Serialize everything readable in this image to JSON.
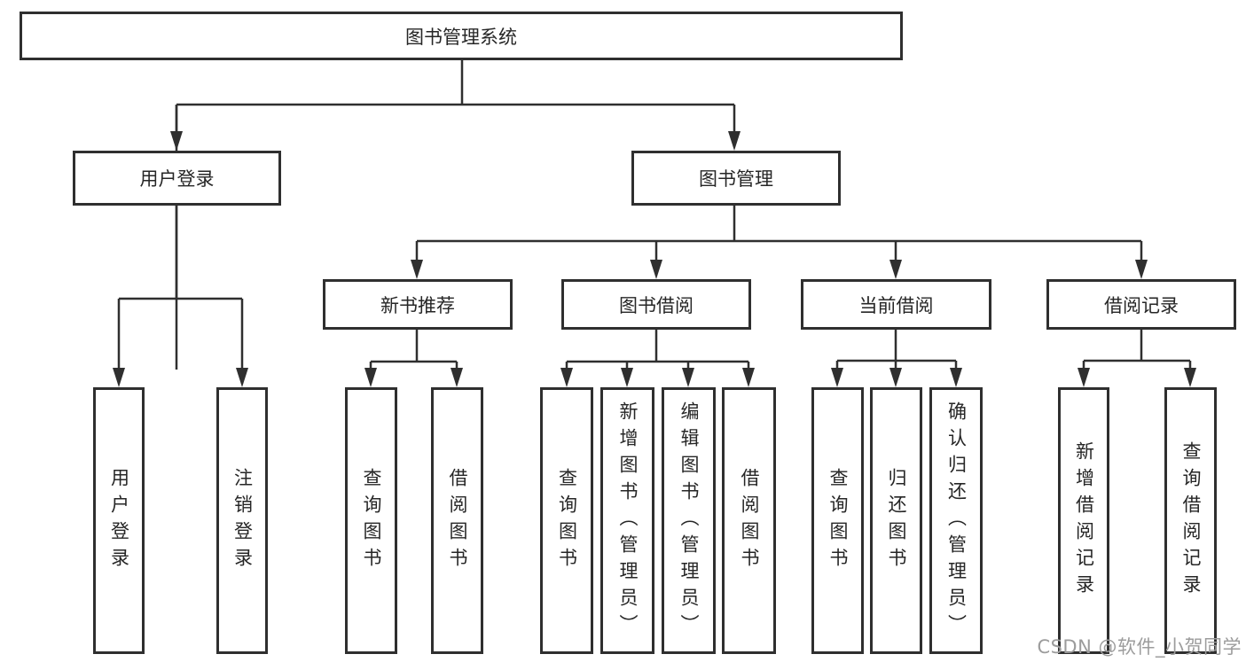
{
  "diagram": {
    "root": {
      "label": "图书管理系统"
    },
    "branches": [
      {
        "label": "用户登录"
      },
      {
        "label": "图书管理"
      }
    ],
    "modules": [
      {
        "label": "新书推荐"
      },
      {
        "label": "图书借阅"
      },
      {
        "label": "当前借阅"
      },
      {
        "label": "借阅记录"
      }
    ],
    "functions": [
      {
        "label": "用户登录"
      },
      {
        "label": "注销登录"
      },
      {
        "label": "查询图书"
      },
      {
        "label": "借阅图书"
      },
      {
        "label": "查询图书"
      },
      {
        "label": "新增图书（管理员）"
      },
      {
        "label": "编辑图书（管理员）"
      },
      {
        "label": "借阅图书"
      },
      {
        "label": "查询图书"
      },
      {
        "label": "归还图书"
      },
      {
        "label": "确认归还（管理员）"
      },
      {
        "label": "新增借阅记录"
      },
      {
        "label": "查询借阅记录"
      }
    ],
    "watermark": "CSDN @软件_小贺同学",
    "colors": {
      "line": "#2f2f2f",
      "box_border": "#2f2f2f",
      "text": "#262626",
      "watermark": "#9c9c9c",
      "background": "#ffffff"
    }
  }
}
